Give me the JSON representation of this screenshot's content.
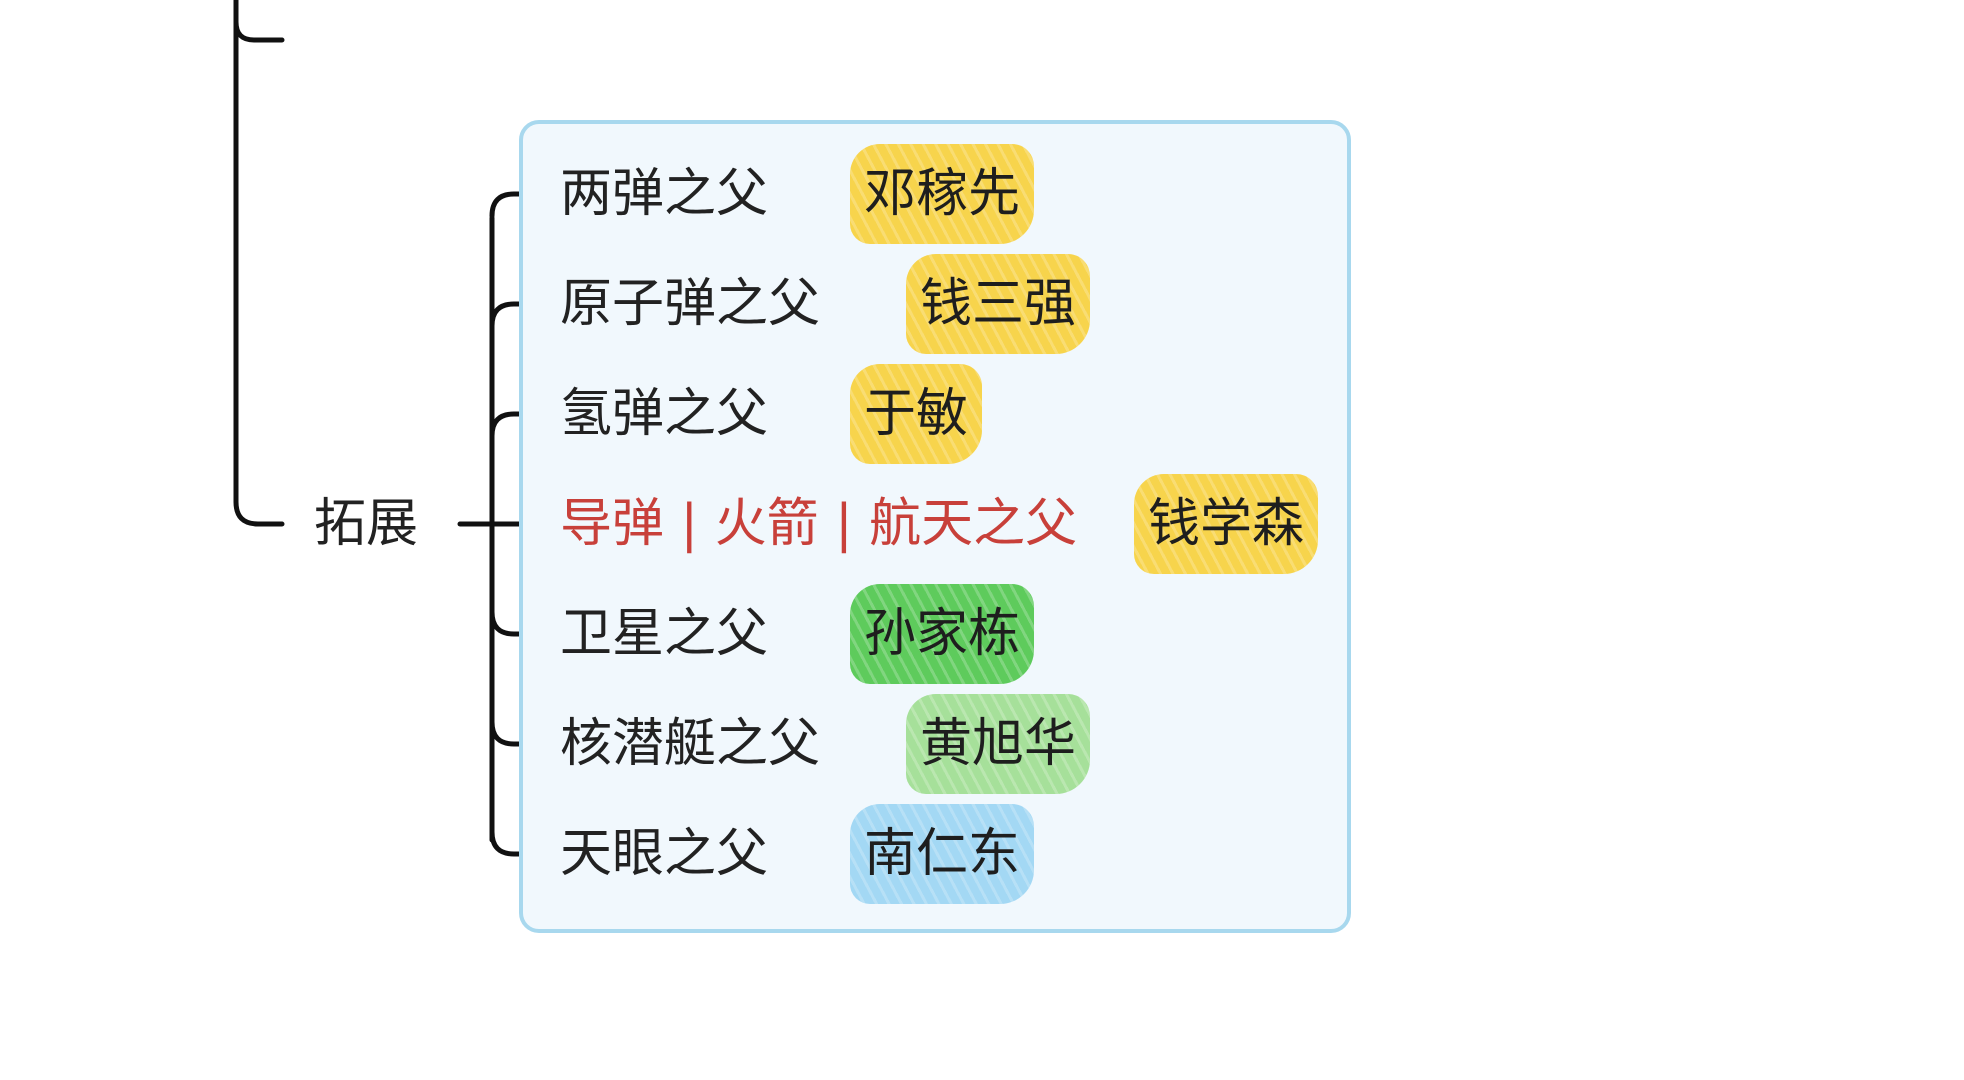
{
  "diagram": {
    "root": {
      "label": "拓展"
    },
    "branches": [
      {
        "topic": "两弹之父",
        "name": "邓稼先",
        "tag_color": "#f7d44c",
        "highlight": false
      },
      {
        "topic": "原子弹之父",
        "name": "钱三强",
        "tag_color": "#f7d44c",
        "highlight": false
      },
      {
        "topic": "氢弹之父",
        "name": "于敏",
        "tag_color": "#f7d44c",
        "highlight": false
      },
      {
        "topic": "导弹 | 火箭 | 航天之父",
        "name": "钱学森",
        "tag_color": "#f7d44c",
        "highlight": true,
        "text_color": "#c8403a"
      },
      {
        "topic": "卫星之父",
        "name": "孙家栋",
        "tag_color": "#5ecb5c",
        "highlight": false
      },
      {
        "topic": "核潜艇之父",
        "name": "黄旭华",
        "tag_color": "#a6e09a",
        "highlight": false
      },
      {
        "topic": "天眼之父",
        "name": "南仁东",
        "tag_color": "#a3d8f4",
        "highlight": false
      }
    ],
    "colors": {
      "panel_border": "#a8d8ee",
      "panel_fill": "#f1f8fd",
      "line": "#111111"
    }
  }
}
